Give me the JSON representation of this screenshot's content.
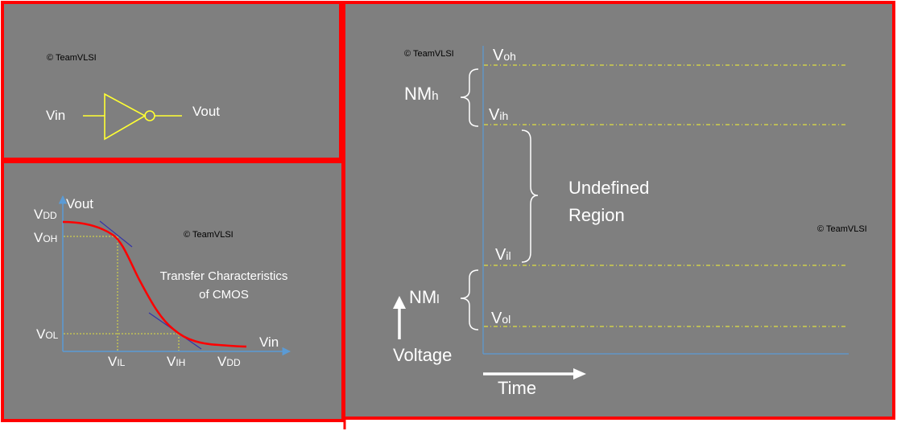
{
  "colors": {
    "panel_bg": "#7f7f7f",
    "border": "#ff0000",
    "gate": "#ffff33",
    "axis": "#5b9bd5",
    "curve": "#ff0000",
    "tangent": "#3333aa",
    "guide": "#e0e040",
    "text": "#ffffff",
    "watermark": "#000000"
  },
  "watermark": "© TeamVLSI",
  "inverter": {
    "input_label": "Vin",
    "output_label": "Vout"
  },
  "vtc": {
    "y_axis_label": "Vout",
    "x_axis_label": "Vin",
    "vdd_y": {
      "main": "V",
      "sub": "DD"
    },
    "voh": {
      "main": "V",
      "sub": "OH"
    },
    "vol": {
      "main": "V",
      "sub": "OL"
    },
    "vil": {
      "main": "V",
      "sub": "IL"
    },
    "vih": {
      "main": "V",
      "sub": "IH"
    },
    "vdd_x": {
      "main": "V",
      "sub": "DD"
    },
    "caption_line1": "Transfer Characteristics",
    "caption_line2": "of CMOS"
  },
  "noise_margin": {
    "voh": {
      "main": "V",
      "sub": "oh"
    },
    "vih": {
      "main": "V",
      "sub": "ih"
    },
    "vil": {
      "main": "V",
      "sub": "il"
    },
    "vol": {
      "main": "V",
      "sub": "ol"
    },
    "nmh": {
      "main": "NM",
      "sub": "h"
    },
    "nml": {
      "main": "NM",
      "sub": "l"
    },
    "undefined_line1": "Undefined",
    "undefined_line2": "Region",
    "y_axis_label": "Voltage",
    "x_axis_label": "Time"
  }
}
